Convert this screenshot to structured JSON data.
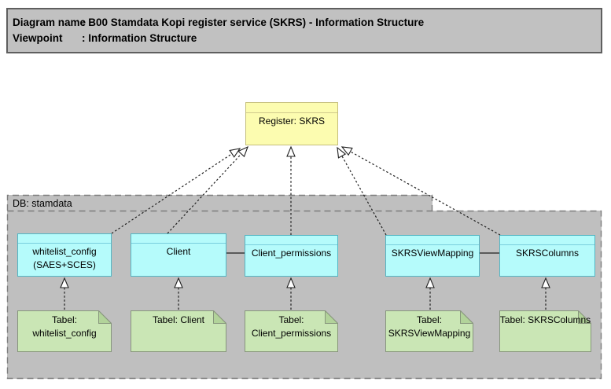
{
  "header": {
    "rows": [
      {
        "label": "Diagram name",
        "value": ": B00 Stamdata Kopi register service (SKRS) - Information Structure"
      },
      {
        "label": "Viewpoint",
        "value": ": Information Structure"
      }
    ]
  },
  "register": {
    "title": "Register: SKRS"
  },
  "container": {
    "label": "DB: stamdata"
  },
  "entities": [
    {
      "line1": "whitelist_config",
      "line2": "(SAES+SCES)"
    },
    {
      "line1": "Client",
      "line2": ""
    },
    {
      "line1": "Client_permissions",
      "line2": ""
    },
    {
      "line1": "SKRSViewMapping",
      "line2": ""
    },
    {
      "line1": "SKRSColumns",
      "line2": ""
    }
  ],
  "notes": [
    {
      "line1": "Tabel:",
      "line2": "whitelist_config"
    },
    {
      "line1": "Tabel: Client",
      "line2": ""
    },
    {
      "line1": "Tabel:",
      "line2": "Client_permissions"
    },
    {
      "line1": "Tabel:",
      "line2": "SKRSViewMapping"
    },
    {
      "line1": "Tabel: SKRSColumns",
      "line2": ""
    }
  ],
  "colors": {
    "header_fill": "#C1C1C1",
    "container_fill": "#BFBFBF",
    "register_fill": "#FCFCB0",
    "register_border": "#C5BE7B",
    "entity_fill": "#B5FBFB",
    "entity_border": "#53B6C4",
    "note_fill": "#CAE6B5",
    "note_border": "#87967C",
    "note_fold": "#B2D39A",
    "line_color": "#1F1F1F"
  }
}
